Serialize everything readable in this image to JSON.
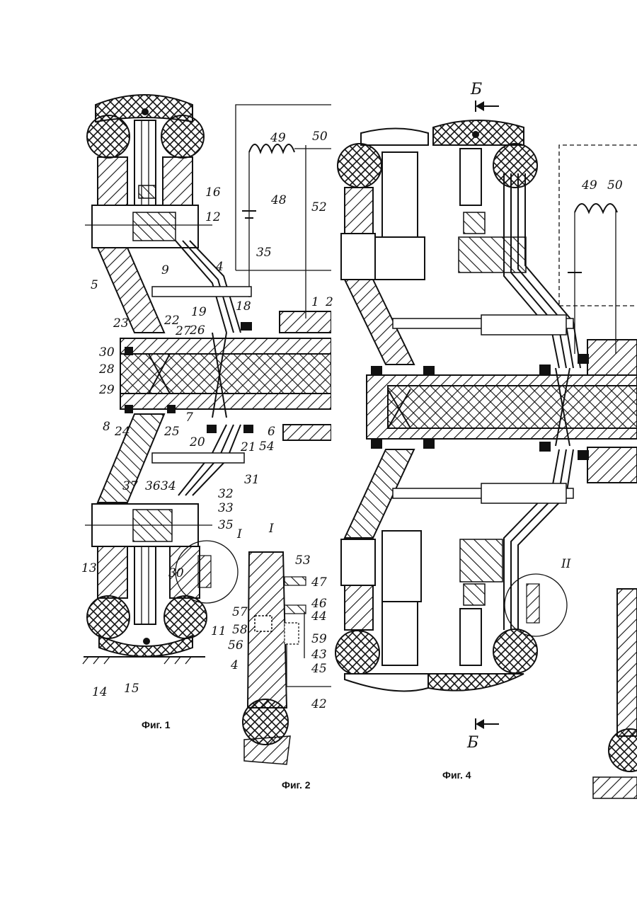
{
  "figures": {
    "fig1": {
      "caption": "Фиг. 1"
    },
    "fig2": {
      "caption": "Фиг. 2"
    },
    "fig4": {
      "caption": "Фиг. 4"
    }
  },
  "fig1_labels": [
    "49",
    "50",
    "16",
    "48",
    "52",
    "12",
    "35",
    "4",
    "5",
    "9",
    "1",
    "2",
    "23",
    "19",
    "18",
    "22",
    "27",
    "26",
    "30",
    "28",
    "29",
    "7",
    "8",
    "24",
    "25",
    "6",
    "20",
    "21",
    "54",
    "31",
    "37",
    "36",
    "34",
    "32",
    "33",
    "35",
    "13",
    "30",
    "11",
    "14",
    "15"
  ],
  "fig2_labels": [
    "I",
    "53",
    "47",
    "46",
    "44",
    "57",
    "58",
    "59",
    "56",
    "43",
    "45",
    "4",
    "42"
  ],
  "fig4_labels": [
    "Б",
    "49",
    "50",
    "II",
    "Б"
  ],
  "section_marks": {
    "detail_1": "I",
    "detail_2": "II",
    "section_arrow": "Б"
  }
}
